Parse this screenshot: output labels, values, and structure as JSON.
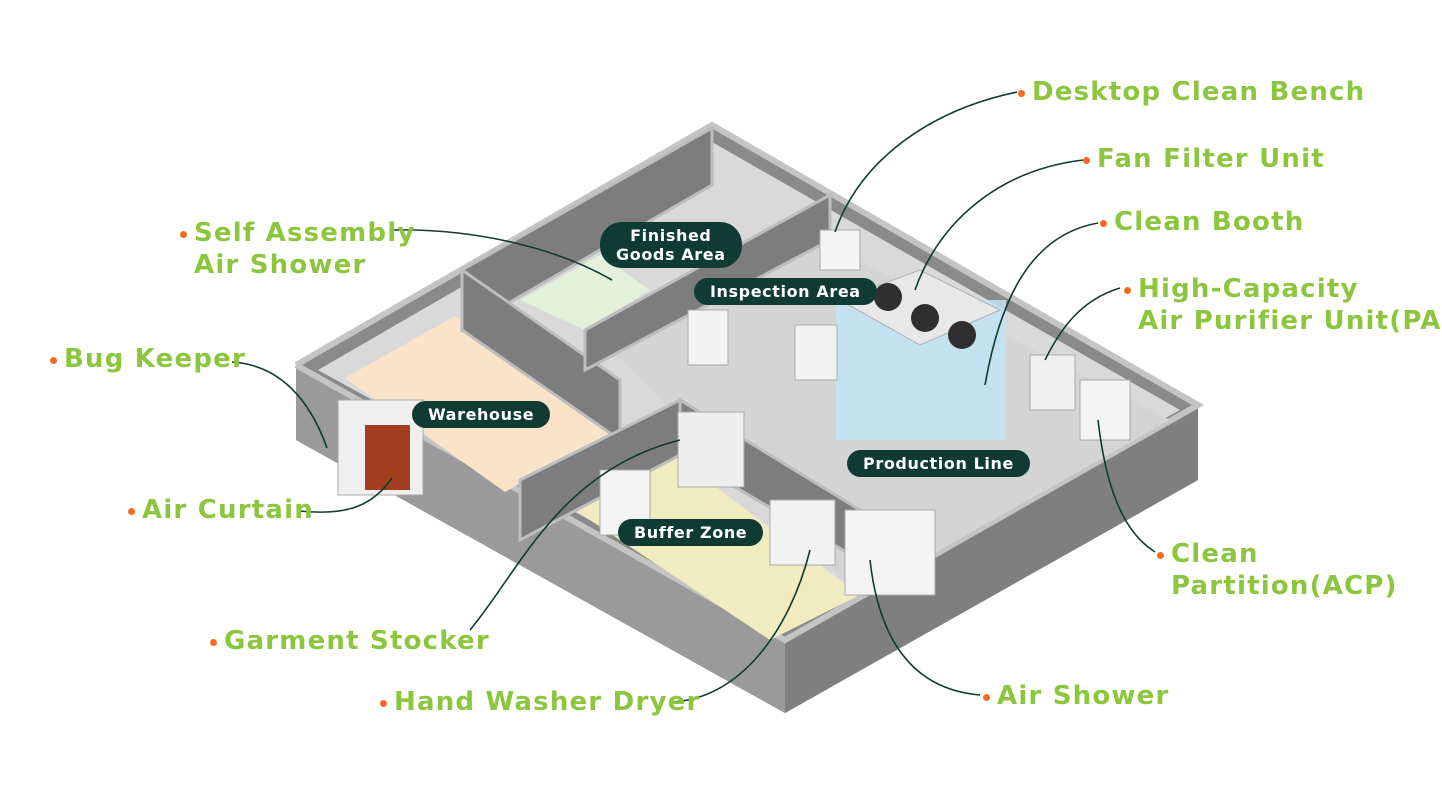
{
  "colors": {
    "label_text": "#8cc63f",
    "bullet": "#f26b21",
    "leader_line": "#0f3b33",
    "zone_badge_bg": "#0f3b33",
    "zone_badge_text": "#ffffff",
    "wall_dark": "#7a7a7a",
    "wall_top": "#bdbdbd",
    "floor_gray": "#d9d9d9",
    "warehouse_floor": "#fbe3c9",
    "buffer_floor": "#f1ecc0",
    "finished_floor": "#e3f1da"
  },
  "callouts": {
    "desktop_clean_bench": "Desktop Clean Bench",
    "fan_filter_unit": "Fan Filter Unit",
    "clean_booth": "Clean Booth",
    "pau_line1": "High-Capacity",
    "pau_line2": "Air Purifier Unit(PAU)",
    "self_assembly_line1": "Self Assembly",
    "self_assembly_line2": "Air Shower",
    "bug_keeper": "Bug Keeper",
    "air_curtain": "Air Curtain",
    "clean_partition_line1": "Clean",
    "clean_partition_line2": "Partition(ACP)",
    "garment_stocker": "Garment Stocker",
    "hand_washer_dryer": "Hand Washer Dryer",
    "air_shower": "Air Shower"
  },
  "zones": {
    "finished_goods_line1": "Finished",
    "finished_goods_line2": "Goods Area",
    "inspection_area": "Inspection Area",
    "warehouse": "Warehouse",
    "production_line": "Production Line",
    "buffer_zone": "Buffer Zone"
  }
}
